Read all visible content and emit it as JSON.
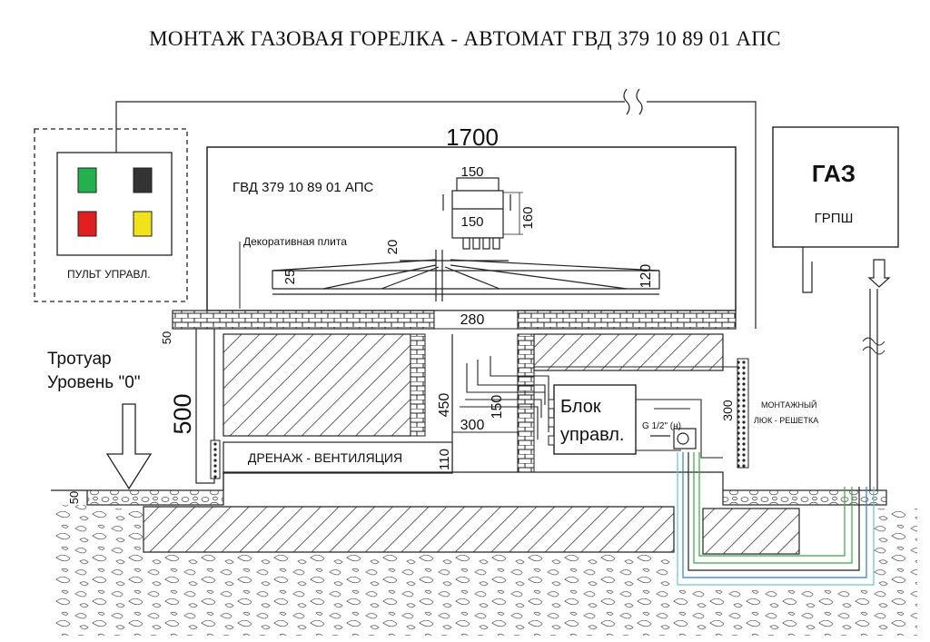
{
  "title": "МОНТАЖ ГАЗОВАЯ ГОРЕЛКА - АВТОМАТ ГВД 379 10 89 01 АПС",
  "control_panel": {
    "label": "ПУЛЬТ УПРАВЛ.",
    "indicator_colors": [
      "#22b14c",
      "#333333",
      "#e02020",
      "#f2e21c"
    ]
  },
  "gas_box": {
    "title": "ГАЗ",
    "subtitle": "ГРПШ"
  },
  "burner": {
    "model": "ГВД 379 10 89 01 АПС",
    "decor_plate": "Декоративная плита"
  },
  "control_block": {
    "line1": "Блок",
    "line2": "управл."
  },
  "gas_pipe": "G 1/2\" (н)",
  "hatch": {
    "line1": "МОНТАЖНЫЙ",
    "line2": "ЛЮК - РЕШЕТКА"
  },
  "drainage": "ДРЕНАЖ - ВЕНТИЛЯЦИЯ",
  "sidewalk": {
    "line1": "Тротуар",
    "line2": "Уровень \"0\""
  },
  "dimensions": {
    "d1700": "1700",
    "d150a": "150",
    "d150b": "150",
    "d160": "160",
    "d20": "20",
    "d25": "25",
    "d120": "120",
    "d280": "280",
    "d50a": "50",
    "d500": "500",
    "d450": "450",
    "d150c": "150",
    "d300a": "300",
    "d110": "110",
    "d300b": "300",
    "d50b": "50"
  }
}
